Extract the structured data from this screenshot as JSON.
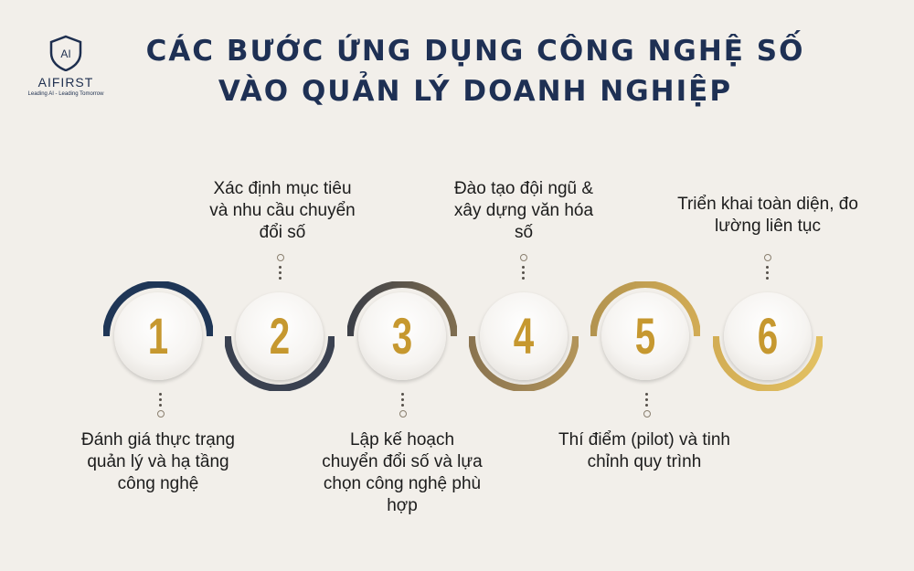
{
  "brand": {
    "name": "AIFIRST",
    "tagline": "Leading AI - Leading Tomorrow",
    "mark": "AI",
    "color": "#1e2f4f"
  },
  "title": {
    "line1": "CÁC BƯỚC ỨNG DỤNG CÔNG NGHỆ SỐ",
    "line2": "VÀO QUẢN LÝ DOANH NGHIỆP"
  },
  "colors": {
    "navy": "#1f3656",
    "slate": "#3a4150",
    "olive": "#7d6c4f",
    "gold_dark": "#a88d57",
    "gold": "#c9a451",
    "gold_light": "#dcb85a",
    "number": "#c6982f"
  },
  "steps": [
    {
      "number": "1",
      "label": "Đánh giá thực trạng quản lý và hạ tầng công nghệ",
      "ring_color": "#1f3656"
    },
    {
      "number": "2",
      "label": "Xác định mục tiêu và nhu cầu chuyển đổi số",
      "ring_color": "#3a4150"
    },
    {
      "number": "3",
      "label": "Lập kế hoạch chuyển đổi số và lựa chọn công nghệ phù hợp",
      "ring_color": "#5c5a4f"
    },
    {
      "number": "4",
      "label": "Đào tạo đội ngũ & xây dựng văn hóa số",
      "ring_color": "#a88d57"
    },
    {
      "number": "5",
      "label": "Thí điểm (pilot) và tinh chỉnh quy trình",
      "ring_color": "#c9a451"
    },
    {
      "number": "6",
      "label": "Triển khai toàn diện, đo lường liên tục",
      "ring_color": "#dcb85a"
    }
  ]
}
